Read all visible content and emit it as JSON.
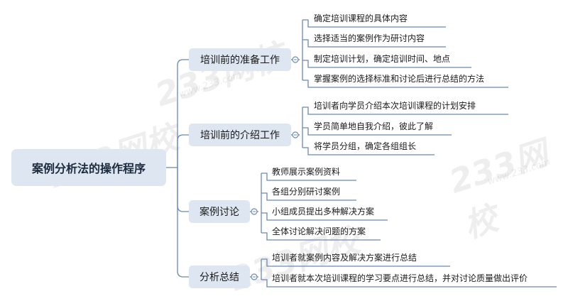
{
  "root": {
    "label": "案例分析法的操作程序"
  },
  "branches": [
    {
      "label": "培训前的准备工作",
      "leaves": [
        "确定培训课程的具体内容",
        "选择适当的案例作为研讨内容",
        "制定培训计划，确定培训时间、地点",
        "掌握案例的选择标准和讨论后进行总结的方法"
      ]
    },
    {
      "label": "培训前的介绍工作",
      "leaves": [
        "培训者向学员介绍本次培训课程的计划安排",
        "学员简单地自我介绍，彼此了解",
        "将学员分组，确定各组组长"
      ]
    },
    {
      "label": "案例讨论",
      "leaves": [
        "教师展示案例资料",
        "各组分别研讨案例",
        "小组成员提出多种解决方案",
        "全体讨论解决问题的方案"
      ]
    },
    {
      "label": "分析总结",
      "leaves": [
        "培训者就案例内容及解决方案进行总结",
        "培训者就本次培训课程的学习要点进行总结，并对讨论质量做出评价"
      ]
    }
  ],
  "watermark": {
    "text": "233网校",
    "sub": "www.233.com"
  },
  "colors": {
    "line": "#6b89b4",
    "node_fill": "#dde6f1",
    "root_fill": "#dde6f1"
  }
}
